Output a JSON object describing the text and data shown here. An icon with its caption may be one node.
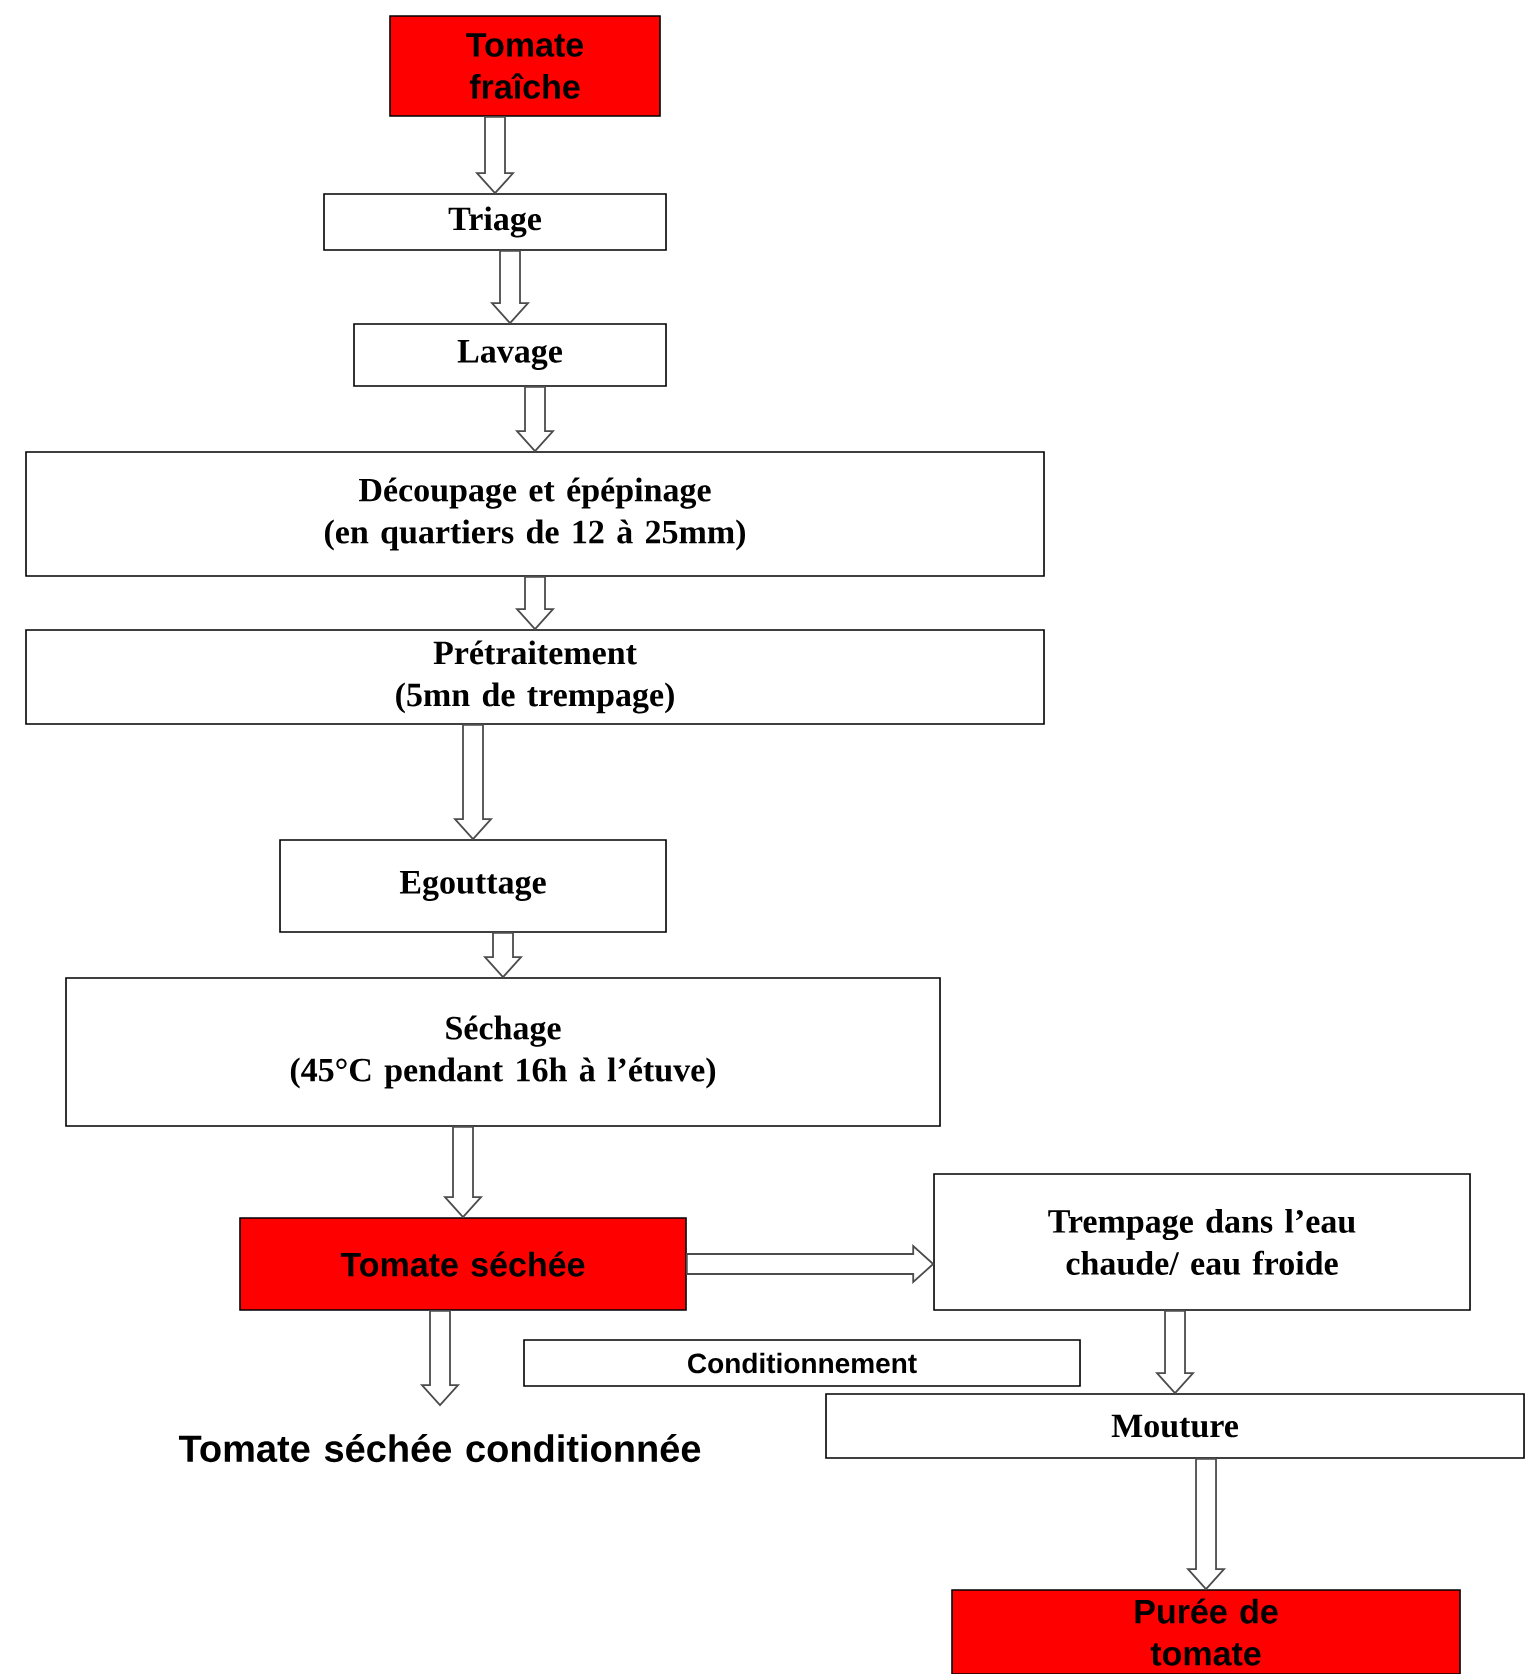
{
  "diagram": {
    "nodes": [
      {
        "text": [
          "Tomate fraîche"
        ]
      },
      {
        "text": [
          "Triage"
        ]
      },
      {
        "text": [
          "Lavage"
        ]
      },
      {
        "text": [
          "Découpage et épépinage",
          "(en quartiers de 12 à 25mm)"
        ]
      },
      {
        "text": [
          "Prétraitement",
          "(5mn  de trempage)"
        ]
      },
      {
        "text": [
          "Egouttage"
        ]
      },
      {
        "text": [
          "Séchage",
          "(45°C pendant 16h à l’étuve)"
        ]
      },
      {
        "text": [
          "Tomate séchée"
        ]
      },
      {
        "text": [
          "Trempage dans l’eau chaude/ eau froide"
        ]
      },
      {
        "text": [
          "Conditionnement"
        ]
      },
      {
        "text": [
          "Tomate séchée conditionnée"
        ]
      },
      {
        "text": [
          "Mouture"
        ]
      },
      {
        "text": [
          "Purée de tomate"
        ]
      }
    ],
    "edges": [
      {
        "from": 0,
        "to": 1,
        "arrow": "to"
      },
      {
        "from": 1,
        "to": 2,
        "arrow": "to"
      },
      {
        "from": 2,
        "to": 3,
        "arrow": "to"
      },
      {
        "from": 3,
        "to": 4,
        "arrow": "to"
      },
      {
        "from": 4,
        "to": 5,
        "arrow": "to"
      },
      {
        "from": 5,
        "to": 6,
        "arrow": "to"
      },
      {
        "from": 6,
        "to": 7,
        "arrow": "to"
      },
      {
        "from": 7,
        "to": 8,
        "arrow": "to"
      },
      {
        "from": 7,
        "to": 10,
        "arrow": "to"
      },
      {
        "from": 8,
        "to": 11,
        "arrow": "to"
      },
      {
        "from": 11,
        "to": 12,
        "arrow": "to"
      }
    ]
  }
}
